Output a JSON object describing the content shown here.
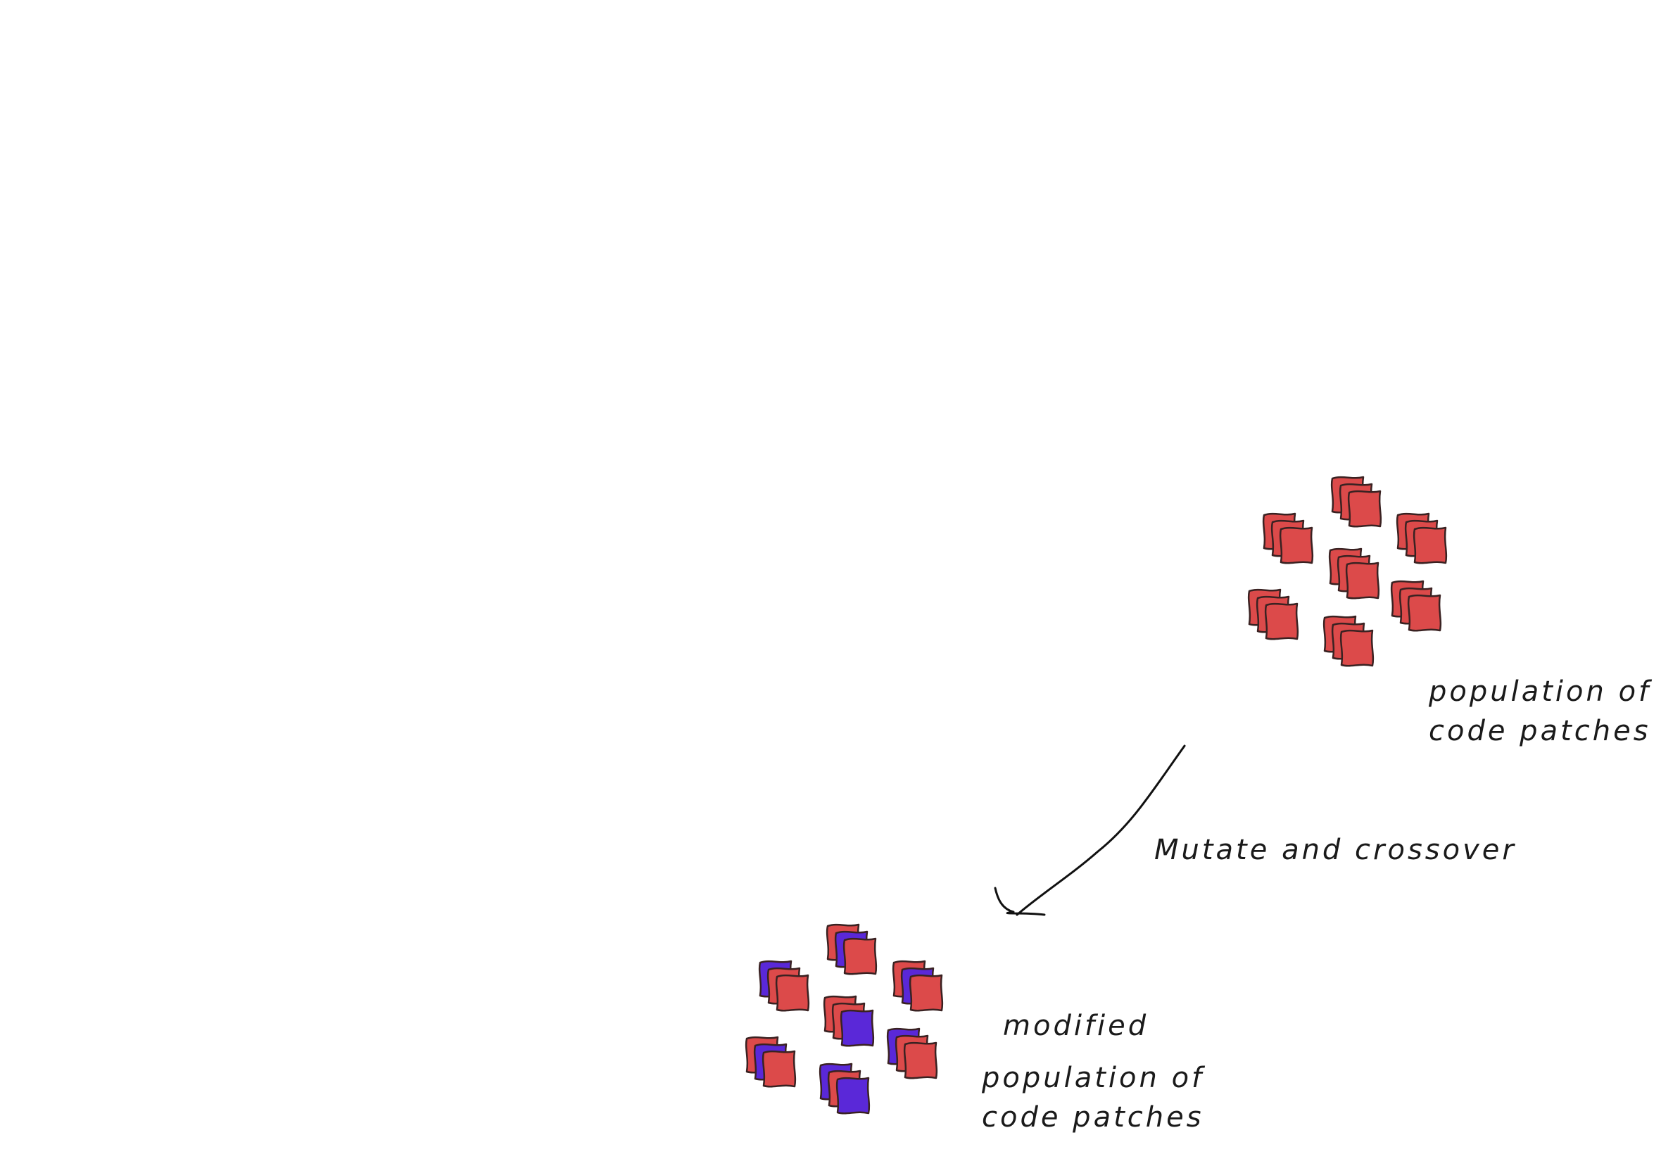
{
  "diagram": {
    "colors": {
      "original_patch": "#dc4a4a",
      "modified_patch": "#5a28d8",
      "stroke": "#3a2222",
      "arrow": "#111111",
      "background": "#ffffff"
    },
    "source_population": {
      "label_lines": [
        "population of",
        "code patches"
      ],
      "stacks": [
        [
          "red",
          "red",
          "red"
        ],
        [
          "red",
          "red",
          "red"
        ],
        [
          "red",
          "red",
          "red"
        ],
        [
          "red",
          "red",
          "red"
        ],
        [
          "red",
          "red",
          "red"
        ],
        [
          "red",
          "red",
          "red"
        ],
        [
          "red",
          "red",
          "red"
        ]
      ]
    },
    "arrow": {
      "label": "Mutate and crossover",
      "direction": "from source population to modified population"
    },
    "modified_population": {
      "label_lines": [
        "modified",
        "population of",
        "code patches"
      ],
      "stacks": [
        [
          "red",
          "blue",
          "red"
        ],
        [
          "blue",
          "red",
          "red"
        ],
        [
          "red",
          "blue",
          "red"
        ],
        [
          "red",
          "red",
          "blue"
        ],
        [
          "red",
          "blue",
          "red"
        ],
        [
          "blue",
          "red",
          "red"
        ],
        [
          "blue",
          "red",
          "blue"
        ]
      ]
    }
  }
}
